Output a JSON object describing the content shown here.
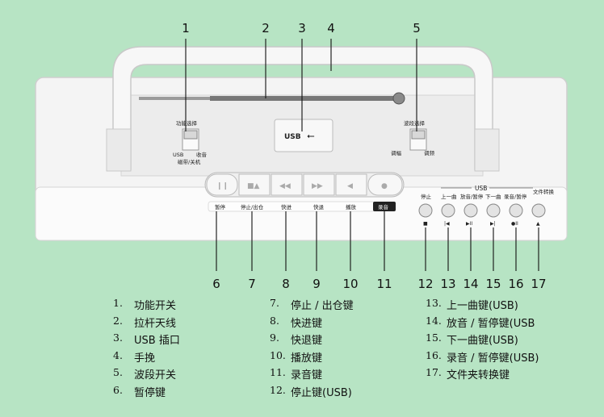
{
  "callouts": {
    "top": [
      "1",
      "2",
      "3",
      "4",
      "5"
    ],
    "bottom": [
      "6",
      "7",
      "8",
      "9",
      "10",
      "11",
      "12",
      "13",
      "14",
      "15",
      "16",
      "17"
    ]
  },
  "device_labels": {
    "function_switch": "功能选择",
    "function_opts_left": "USB",
    "function_opts_right": "收音",
    "function_opts_bottom": "磁带/关机",
    "band_switch": "波段选择",
    "band_opts_left": "调幅",
    "band_opts_right": "调频",
    "usb_port": "USB",
    "tape_keys": [
      "暂停",
      "停止/出仓",
      "快进",
      "快退",
      "播放",
      "录音"
    ],
    "tape_key_icons": [
      "❙❙",
      "■▲",
      "◀◀",
      "▶▶",
      "◀",
      "●"
    ],
    "usb_group": "USB",
    "usb_keys": [
      "停止",
      "上一曲",
      "放音/暂停",
      "下一曲",
      "录音/暂停",
      "文件转换"
    ],
    "usb_key_icons": [
      "■",
      "|◀",
      "▶II",
      "▶|",
      "●II",
      "▲"
    ]
  },
  "legend": [
    {
      "idx": "1.",
      "text": "功能开关"
    },
    {
      "idx": "2.",
      "text": "拉杆天线"
    },
    {
      "idx": "3.",
      "text": "USB 插口"
    },
    {
      "idx": "4.",
      "text": "手挽"
    },
    {
      "idx": "5.",
      "text": "波段开关"
    },
    {
      "idx": "6.",
      "text": "暂停键"
    },
    {
      "idx": "7.",
      "text": "停止 / 出仓键"
    },
    {
      "idx": "8.",
      "text": "快进键"
    },
    {
      "idx": "9.",
      "text": "快退键"
    },
    {
      "idx": "10.",
      "text": "播放键"
    },
    {
      "idx": "11.",
      "text": "录音键"
    },
    {
      "idx": "12.",
      "text": "停止键(USB)"
    },
    {
      "idx": "13.",
      "text": "上一曲键(USB)"
    },
    {
      "idx": "14.",
      "text": "放音 / 暂停键(USB"
    },
    {
      "idx": "15.",
      "text": "下一曲键(USB)"
    },
    {
      "idx": "16.",
      "text": "录音 / 暂停键(USB)"
    },
    {
      "idx": "17.",
      "text": "文件夹转换键"
    }
  ]
}
